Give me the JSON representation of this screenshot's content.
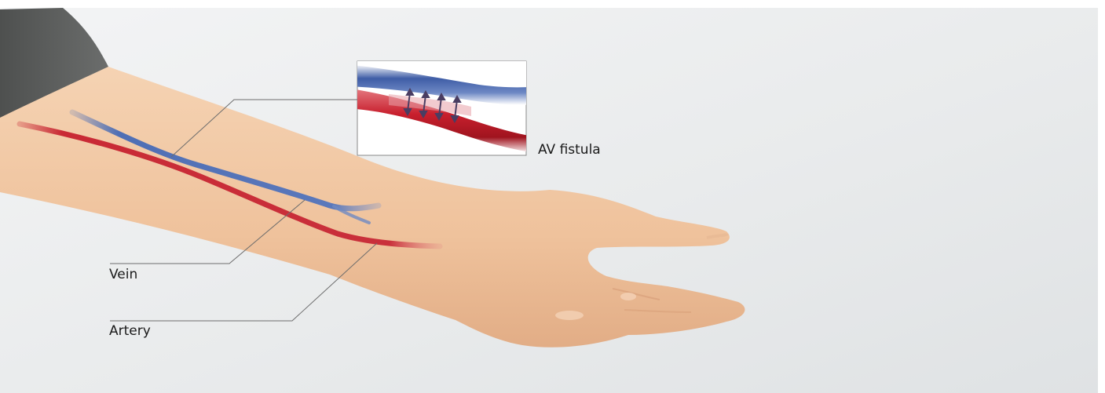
{
  "labels": {
    "fistula": "AV fistula",
    "vein": "Vein",
    "artery": "Artery"
  },
  "colors": {
    "skin": "#f2c9a4",
    "vein": "#4f6fb5",
    "artery": "#c92a35",
    "sleeve": "#5b5d5c",
    "background": "#e8eaeb"
  }
}
